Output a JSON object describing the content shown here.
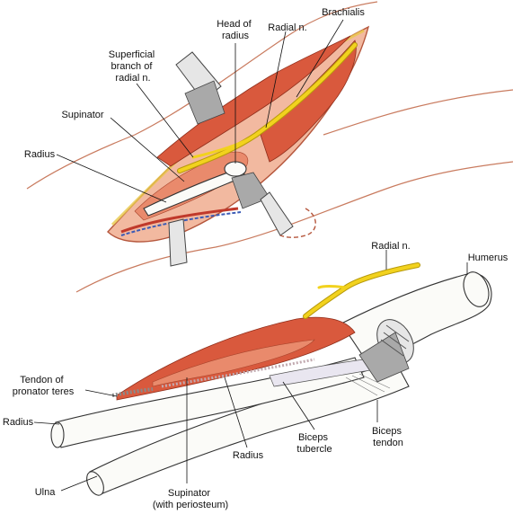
{
  "labels": {
    "head_of_radius": [
      "Head of",
      "radius"
    ],
    "radial_n_top": "Radial n.",
    "brachialis": "Brachialis",
    "superficial_branch": [
      "Superficial",
      "branch of",
      "radial n."
    ],
    "supinator": "Supinator",
    "radius_top": "Radius",
    "radial_n_bottom": "Radial n.",
    "humerus": "Humerus",
    "tendon_pronator": [
      "Tendon of",
      "pronator teres"
    ],
    "radius_left": "Radius",
    "biceps_tendon": [
      "Biceps",
      "tendon"
    ],
    "biceps_tubercle": [
      "Biceps",
      "tubercle"
    ],
    "radius_bottom": "Radius",
    "ulna": "Ulna",
    "supinator_periosteum": [
      "Supinator",
      "(with periosteum)"
    ]
  },
  "colors": {
    "muscle": "#d9593d",
    "nerve": "#f2d21e",
    "bone": "#fbfbf8",
    "skin_line": "#c97b5f",
    "artery": "#c0392b",
    "vein": "#3b5bb5"
  }
}
